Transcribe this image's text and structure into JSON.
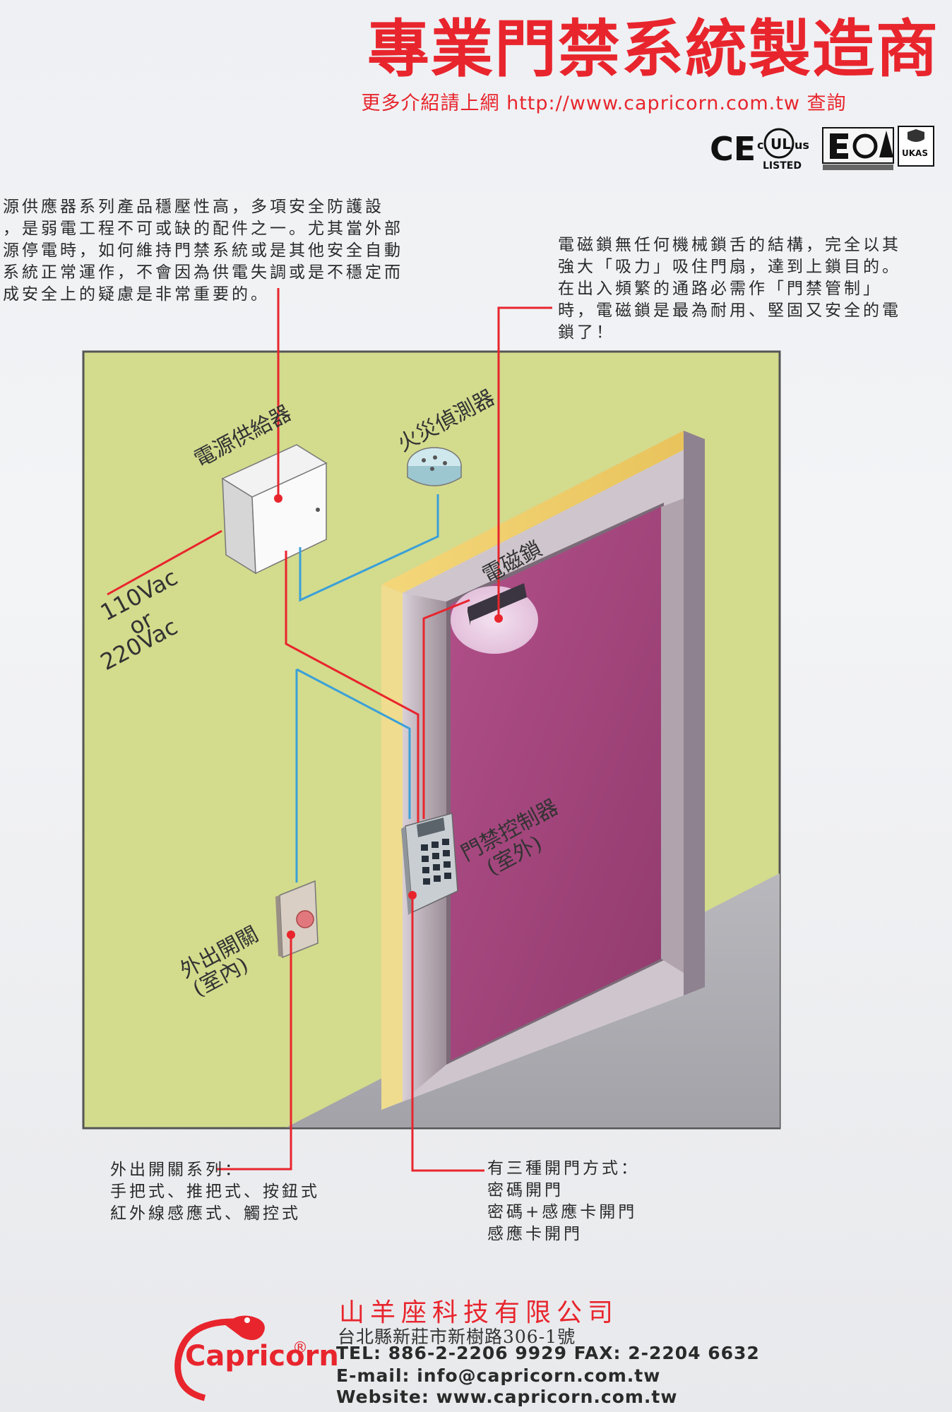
{
  "header": {
    "title": "專業門禁系統製造商",
    "subtitle": "更多介紹請上網 http://www.capricorn.com.tw 查詢"
  },
  "certifications": {
    "ce": "CE",
    "ul_c": "c",
    "ul": "UL",
    "ul_us": "us",
    "ul_listed": "LISTED",
    "ukas": "UKAS"
  },
  "notes": {
    "power": "源供應器系列產品穩壓性高，多項安全防護設\n，是弱電工程不可或缺的配件之一。尤其當外部\n源停電時，如何維持門禁系統或是其他安全自動\n系統正常運作，不會因為供電失調或是不穩定而\n成安全上的疑慮是非常重要的。",
    "maglock": "電磁鎖無任何機械鎖舌的結構，完全以其\n強大「吸力」吸住門扇，達到上鎖目的。\n在出入頻繁的通路必需作「門禁管制」\n時，電磁鎖是最為耐用、堅固又安全的電\n鎖了！",
    "exit_switch": "外出開關系列：\n手把式、推把式、按鈕式\n紅外線感應式、觸控式",
    "door_modes": "有三種開門方式：\n密碼開門\n密碼+感應卡開門\n感應卡開門"
  },
  "diagram": {
    "power_supply": "電源供給器",
    "fire_detector": "火災偵測器",
    "mag_lock": "電磁鎖",
    "controller": "門禁控制器",
    "controller_sub": "(室外)",
    "exit_switch": "外出開關",
    "exit_switch_sub": "(室內)",
    "voltage_1": "110Vac",
    "voltage_or": "or",
    "voltage_2": "220Vac"
  },
  "company": {
    "name": "山羊座科技有限公司",
    "address": "台北縣新莊市新樹路306-1號",
    "tel_fax": "TEL: 886-2-2206 9929  FAX: 2-2204 6632",
    "email": "E-mail: info@capricorn.com.tw",
    "website": "Website: www.capricorn.com.tw",
    "logo": "Capricorn",
    "registered": "®"
  },
  "colors": {
    "accent_red": "#e8252d",
    "wire_blue": "#3aa0d8",
    "wall_green": "#d2da8c",
    "door_magenta": "#a8457e"
  }
}
